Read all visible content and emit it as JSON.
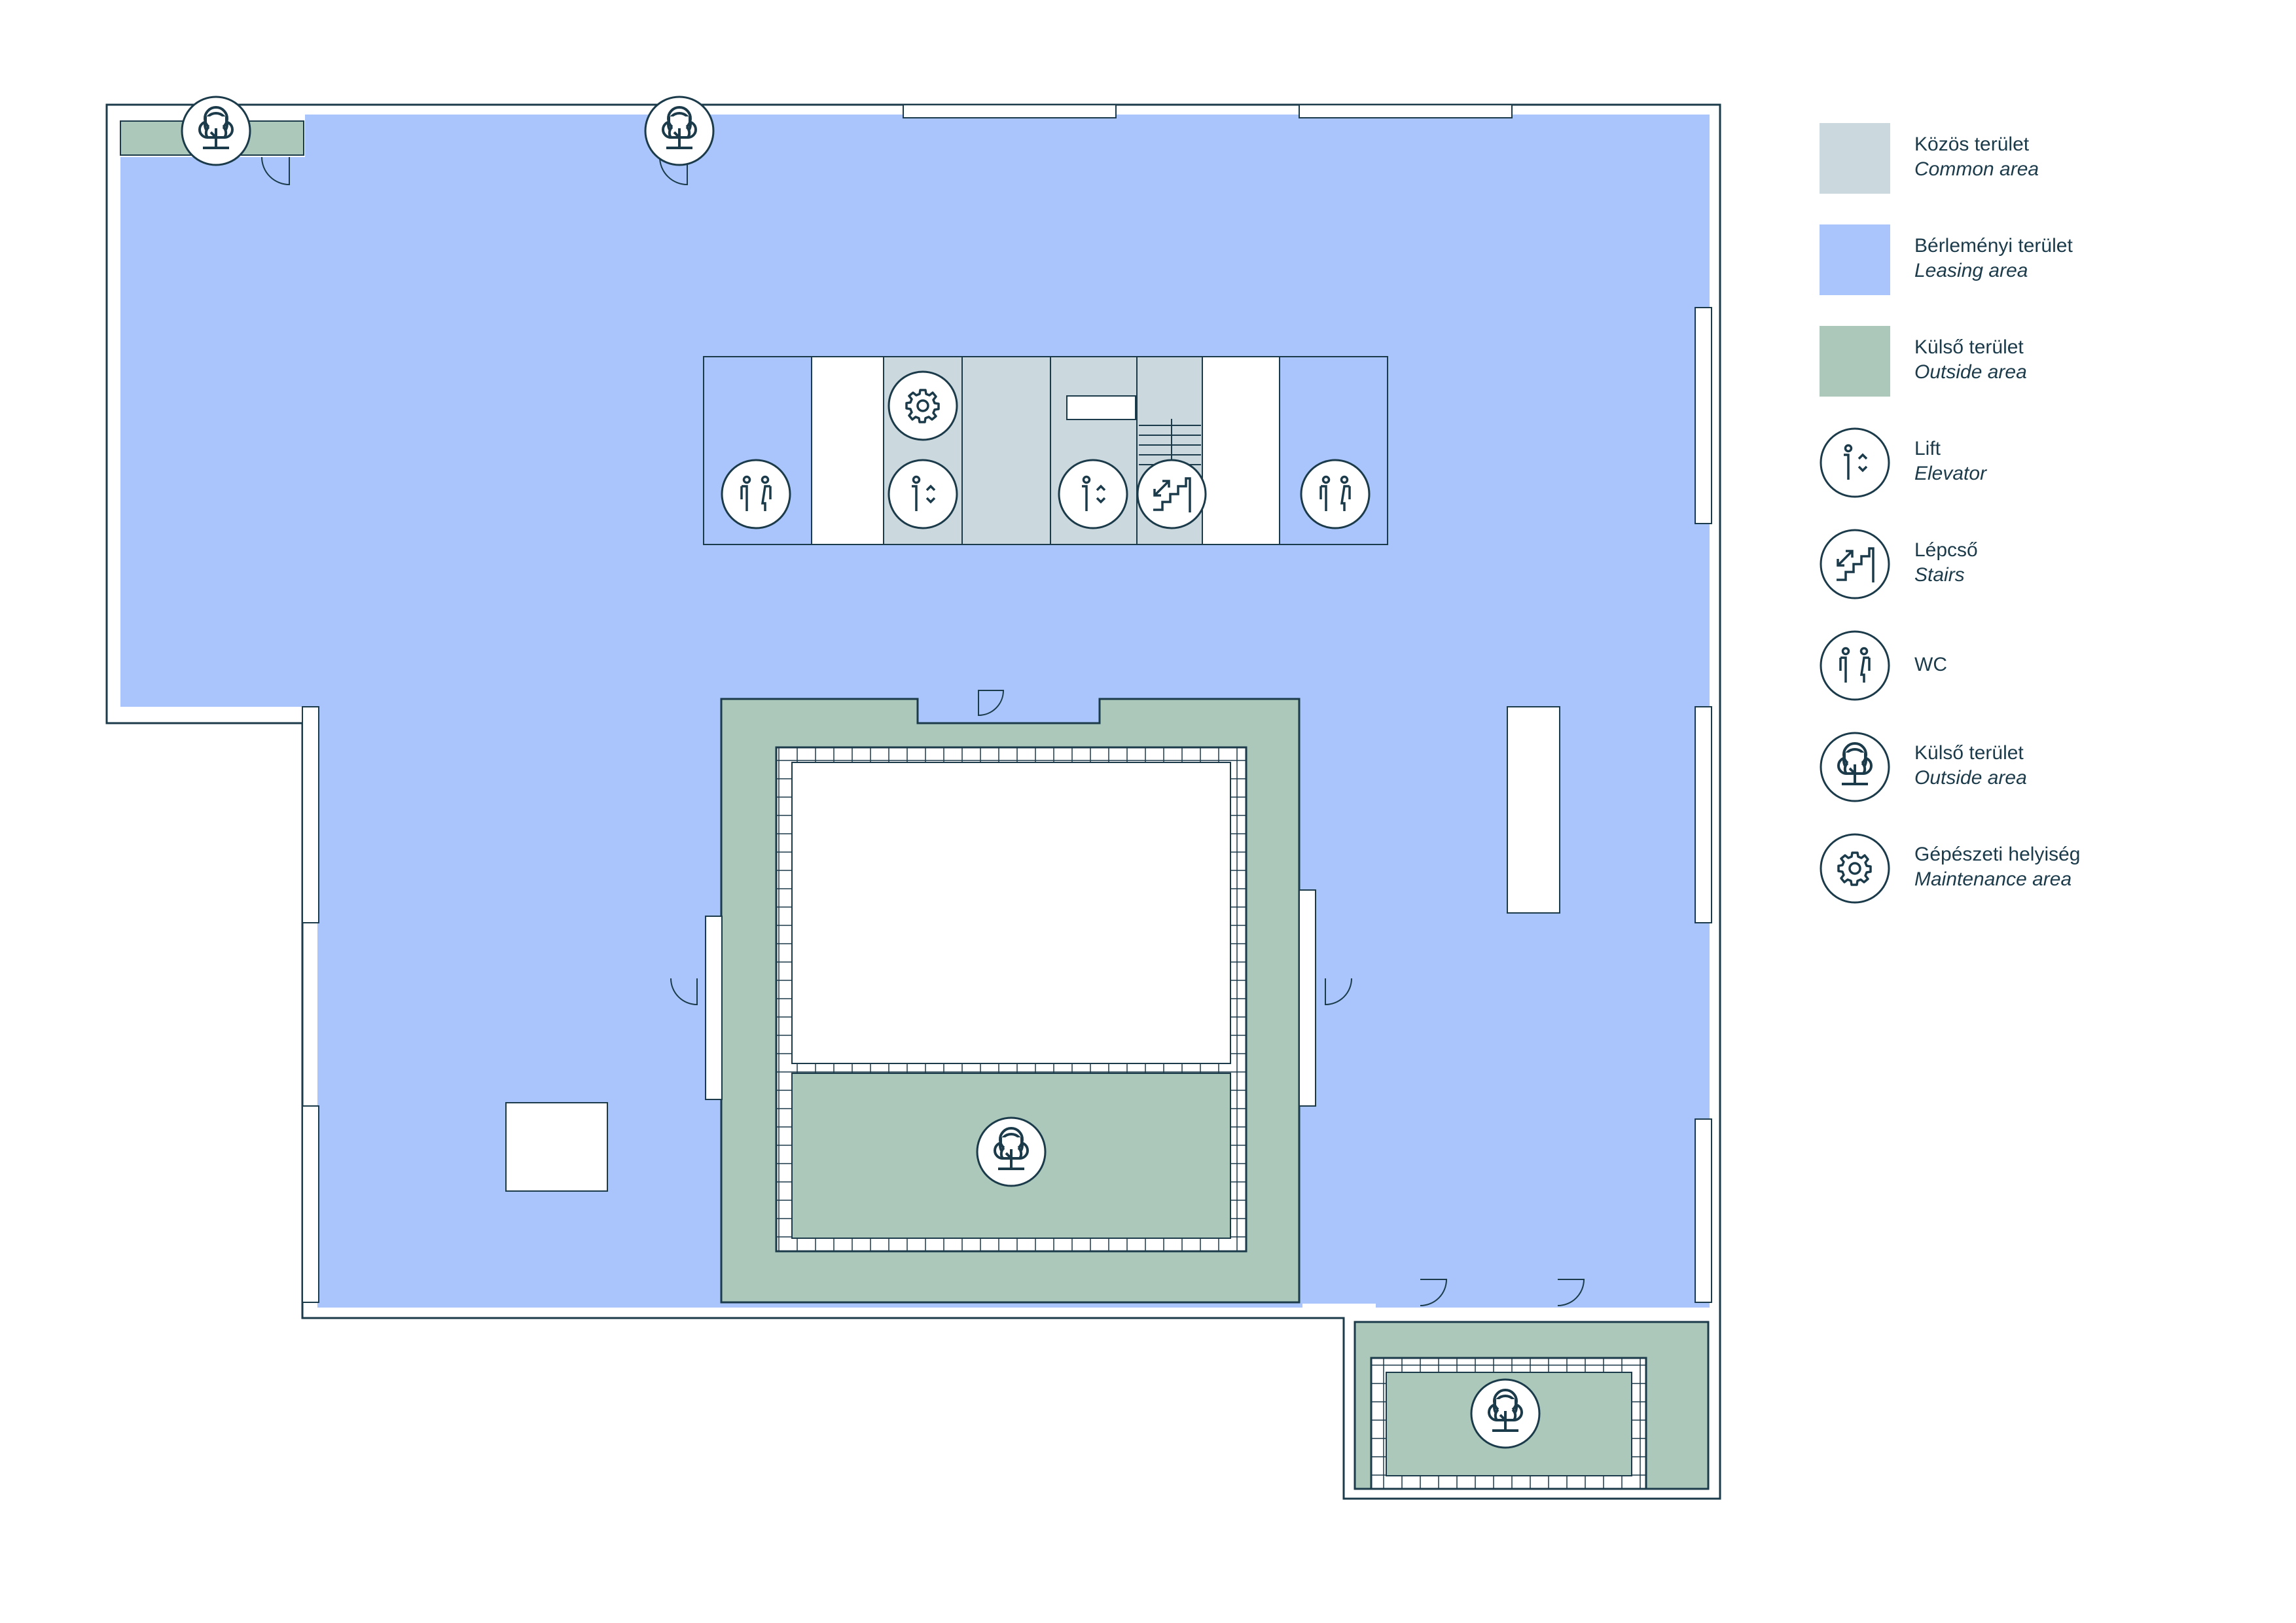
{
  "colors": {
    "common": "#cbd8dd",
    "leasing": "#a9c5fb",
    "outside": "#abc8bb",
    "line": "#1b3a4a",
    "room": "#ffffff"
  },
  "legend": [
    {
      "key": "common",
      "type": "swatch",
      "hu": "Közös terület",
      "en": "Common area"
    },
    {
      "key": "leasing",
      "type": "swatch",
      "hu": "Bérleményi terület",
      "en": "Leasing area"
    },
    {
      "key": "outside",
      "type": "swatch",
      "hu": "Külső terület",
      "en": "Outside area"
    },
    {
      "key": "elevator",
      "type": "icon",
      "icon": "elevator-icon",
      "hu": "Lift",
      "en": "Elevator"
    },
    {
      "key": "stairs",
      "type": "icon",
      "icon": "stairs-icon",
      "hu": "Lépcső",
      "en": "Stairs"
    },
    {
      "key": "wc",
      "type": "icon",
      "icon": "wc-icon",
      "hu": "WC",
      "en": ""
    },
    {
      "key": "outside-icon",
      "type": "icon",
      "icon": "tree-icon",
      "hu": "Külső terület",
      "en": "Outside area"
    },
    {
      "key": "maintenance",
      "type": "icon",
      "icon": "gear-icon",
      "hu": "Gépészeti helyiség",
      "en": "Maintenance area"
    }
  ]
}
